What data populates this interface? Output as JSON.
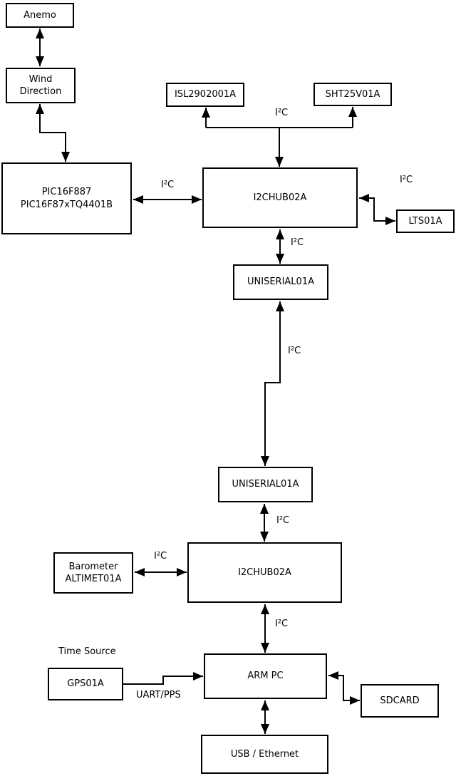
{
  "diagram": {
    "background_color": "#ffffff",
    "line_color": "#000000",
    "nodes": {
      "anemo": {
        "lines": [
          "Anemo"
        ]
      },
      "wind_direction": {
        "lines": [
          "Wind",
          "Direction"
        ]
      },
      "pic": {
        "lines": [
          "PIC16F887",
          "PIC16F87xTQ4401B"
        ]
      },
      "isl": {
        "lines": [
          "ISL2902001A"
        ]
      },
      "sht": {
        "lines": [
          "SHT25V01A"
        ]
      },
      "i2c_hub_top": {
        "lines": [
          "I2CHUB02A"
        ]
      },
      "lts": {
        "lines": [
          "LTS01A"
        ]
      },
      "uniserial_top": {
        "lines": [
          "UNISERIAL01A"
        ]
      },
      "uniserial_bottom": {
        "lines": [
          "UNISERIAL01A"
        ]
      },
      "i2c_hub_bottom": {
        "lines": [
          "I2CHUB02A"
        ]
      },
      "barometer": {
        "lines": [
          "Barometer",
          "ALTIMET01A"
        ]
      },
      "arm_pc": {
        "lines": [
          "ARM PC"
        ]
      },
      "gps": {
        "lines": [
          "GPS01A"
        ]
      },
      "sdcard": {
        "lines": [
          "SDCARD"
        ]
      },
      "usb_ethernet": {
        "lines": [
          "USB / Ethernet"
        ]
      }
    },
    "edge_labels": {
      "i2c": "I²C",
      "time_source": "Time Source",
      "uart_pps": "UART/PPS"
    }
  }
}
